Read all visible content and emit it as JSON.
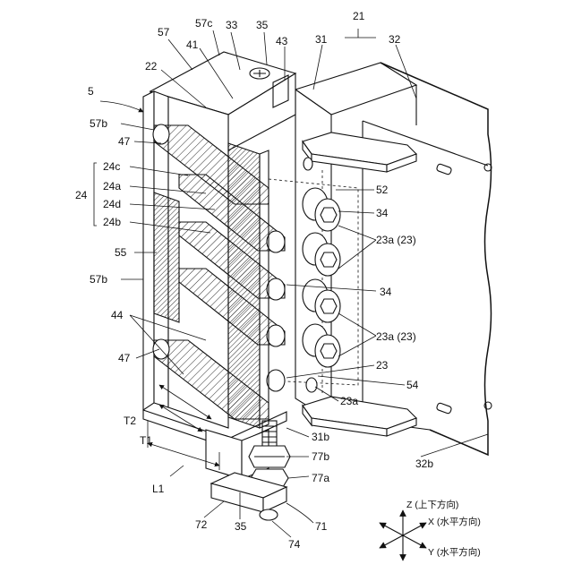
{
  "labels": {
    "l5": "5",
    "l57": "57",
    "l57c": "57c",
    "l33": "33",
    "l35_top": "35",
    "l21": "21",
    "l31": "31",
    "l32": "32",
    "l41": "41",
    "l43": "43",
    "l22": "22",
    "l57b_top": "57b",
    "l47_top": "47",
    "l24c": "24c",
    "l24a": "24a",
    "l24": "24",
    "l24d": "24d",
    "l24b": "24b",
    "l52": "52",
    "l34_top": "34",
    "l23a23_top": "23a (23)",
    "l55": "55",
    "l57b_mid": "57b",
    "l34_mid": "34",
    "l44": "44",
    "l23a23_mid": "23a (23)",
    "l47_bot": "47",
    "l23": "23",
    "l54": "54",
    "l23a": "23a",
    "lT2": "T2",
    "lT1": "T1",
    "l31b": "31b",
    "l77b": "77b",
    "l32b": "32b",
    "l77a": "77a",
    "lL1": "L1",
    "l72": "72",
    "l35_bot": "35",
    "l71": "71",
    "l74": "74"
  },
  "axes": {
    "z": "Z (上下方向)",
    "x": "X (水平方向)",
    "y": "Y (水平方向)"
  }
}
